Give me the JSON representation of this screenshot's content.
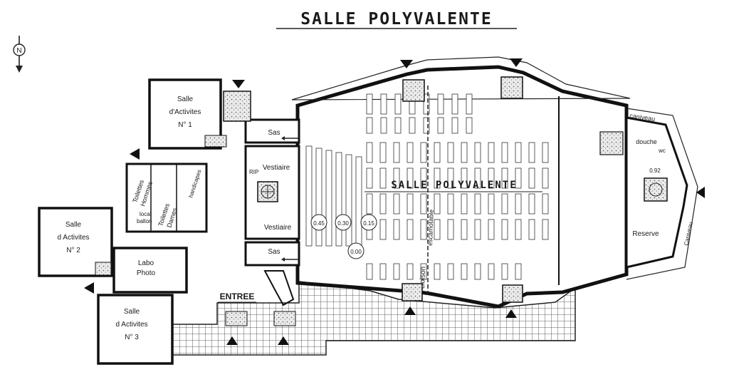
{
  "title": "SALLE POLYVALENTE",
  "hall_label": "SALLE POLYVALENTE",
  "rooms": {
    "salle1_line1": "Salle",
    "salle1_line2": "d'Activites",
    "salle1_line3": "N° 1",
    "salle2_line1": "Salle",
    "salle2_line2": "d Activites",
    "salle2_line3": "N° 2",
    "salle3_line1": "Salle",
    "salle3_line2": "d Activites",
    "salle3_line3": "N° 3",
    "labo_line1": "Labo",
    "labo_line2": "Photo",
    "toilettes_hommes_1": "Toilettes",
    "toilettes_hommes_2": "Hommes",
    "toilettes_dames_1": "Toilettes",
    "toilettes_dames_2": "Dames",
    "handicapes": "handicapes",
    "local_1": "local",
    "local_2": "ballon",
    "vestiaire_top": "Vestiaire",
    "vestiaire_bottom": "Vestiaire",
    "sas_top": "Sas",
    "sas_bottom": "Sas",
    "rip": "RIP",
    "entree": "ENTREE",
    "reserve": "Reserve",
    "douche": "douche",
    "wc": "wc",
    "caniveau_top": "caniveau",
    "caniveau_right": "Caniveau",
    "cloison": "cloison",
    "escamotable": "escamotable",
    "level_045": "0.45",
    "level_030": "0.30",
    "level_015": "0.15",
    "level_000": "0.00",
    "level_092": "0.92",
    "north": "N"
  }
}
